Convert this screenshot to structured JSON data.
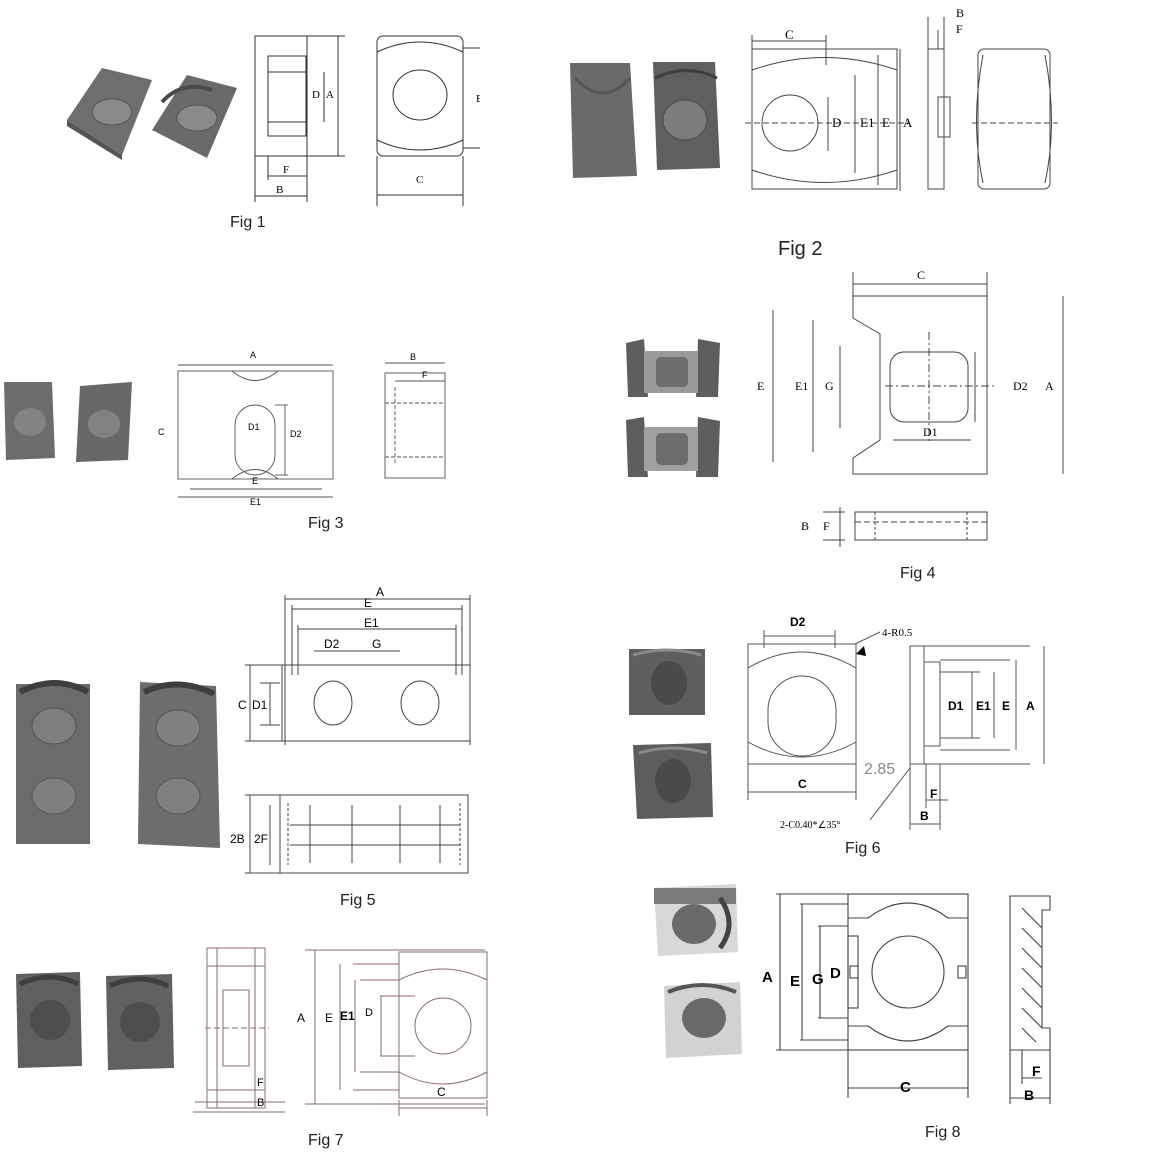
{
  "fig1": {
    "caption": "Fig 1",
    "labels": {
      "D": "D",
      "A": "A",
      "E": "E",
      "F": "F",
      "B": "B",
      "C": "C"
    }
  },
  "fig2": {
    "caption": "Fig 2",
    "labels": {
      "C": "C",
      "D": "D",
      "E1": "E1",
      "E": "E",
      "A": "A",
      "B": "B",
      "F": "F"
    }
  },
  "fig3": {
    "caption": "Fig 3",
    "labels": {
      "A": "A",
      "C": "C",
      "D1": "D1",
      "D2": "D2",
      "E": "E",
      "E1": "E1",
      "B": "B",
      "F": "F"
    }
  },
  "fig4": {
    "caption": "Fig 4",
    "labels": {
      "C": "C",
      "E": "E",
      "E1": "E1",
      "G": "G",
      "D1": "D1",
      "D2": "D2",
      "A": "A",
      "B": "B",
      "F": "F"
    }
  },
  "fig5": {
    "caption": "Fig 5",
    "labels": {
      "A": "A",
      "E": "E",
      "E1": "E1",
      "D2": "D2",
      "G": "G",
      "C": "C",
      "D1": "D1",
      "2B": "2B",
      "2F": "2F"
    }
  },
  "fig6": {
    "caption": "Fig 6",
    "labels": {
      "D2": "D2",
      "R": "4-R0.5",
      "D1": "D1",
      "E1": "E1",
      "E": "E",
      "A": "A",
      "dim": "2.85",
      "F": "F",
      "B": "B",
      "C": "C",
      "chamfer": "2-C0.40*∠35°"
    }
  },
  "fig7": {
    "caption": "Fig 7",
    "labels": {
      "A": "A",
      "E": "E",
      "E1": "E1",
      "D": "D",
      "C": "C",
      "F": "F",
      "B": "B"
    }
  },
  "fig8": {
    "caption": "Fig 8",
    "labels": {
      "A": "A",
      "E": "E",
      "G": "G",
      "D": "D",
      "C": "C",
      "F": "F",
      "B": "B"
    }
  }
}
